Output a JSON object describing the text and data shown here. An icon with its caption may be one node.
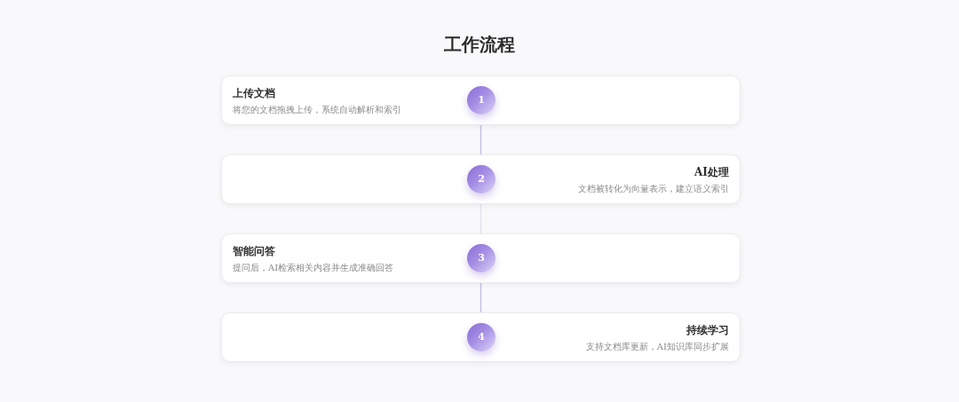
{
  "diagram": {
    "title": "工作流程",
    "nodes": [
      {
        "text": [
          "上传文档",
          "将您的文档拖拽上传，系统自动解析和索引"
        ]
      },
      {
        "text": [
          "1"
        ],
        "in": 0
      },
      {
        "text": [
          "AI处理",
          "文档被转化为向量表示，建立语义索引"
        ]
      },
      {
        "text": [
          "2"
        ],
        "in": 2
      },
      {
        "text": [
          "智能问答",
          "提问后，AI检索相关内容并生成准确回答"
        ]
      },
      {
        "text": [
          "3"
        ],
        "in": 4
      },
      {
        "text": [
          "持续学习",
          "支持文档库更新，AI知识库同步扩展"
        ]
      },
      {
        "text": [
          "4"
        ],
        "in": 6
      }
    ],
    "edges": [
      {
        "from": 0,
        "to": 2,
        "arrow": "none"
      },
      {
        "from": 2,
        "to": 4,
        "arrow": "none",
        "color": "#e4e2ec"
      },
      {
        "from": 4,
        "to": 6,
        "arrow": "none"
      }
    ]
  }
}
